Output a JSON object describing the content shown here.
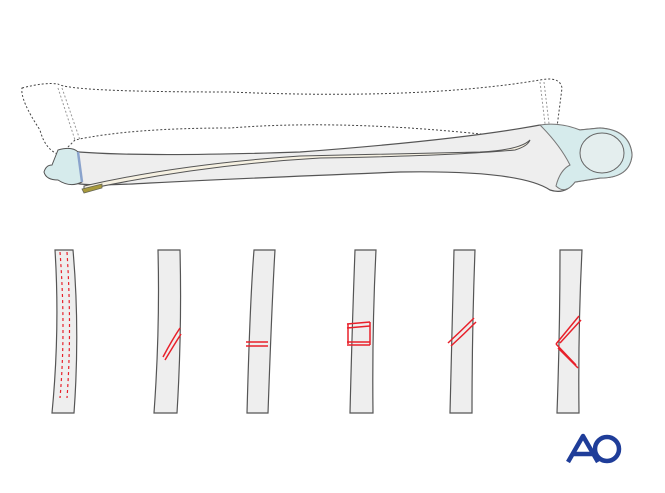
{
  "logo": {
    "text": "AO",
    "color": "#1f3d99"
  },
  "colors": {
    "bone": "#eeeeee",
    "cartilage": "#d6ebec",
    "nail": "#f6f1e2",
    "nail_tip": "#a89a3c",
    "fracture": "#e8202a",
    "outline": "#555555"
  },
  "fractures": [
    "intact-with-canal",
    "oblique-simple",
    "transverse",
    "segmental",
    "oblique",
    "wedge"
  ]
}
